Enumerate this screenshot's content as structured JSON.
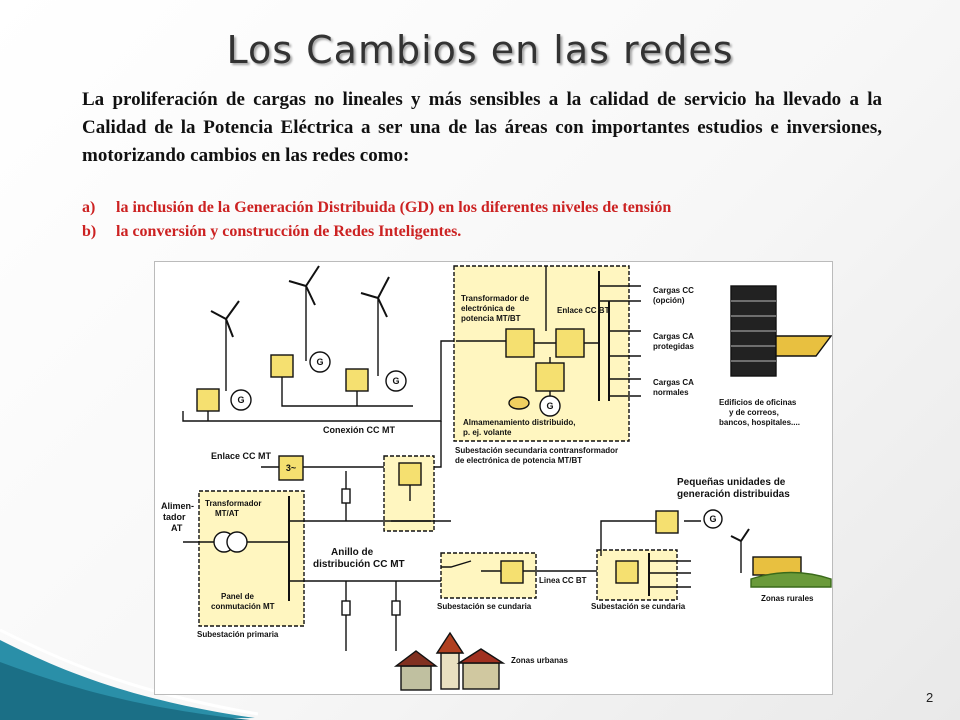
{
  "slide": {
    "title": "Los Cambios en las redes",
    "intro": "La proliferación de cargas no lineales y más sensibles a la calidad de servicio ha llevado a la Calidad de la Potencia Eléctrica a ser una de las áreas con importantes estudios e inversiones,  motorizando cambios en las redes como:",
    "list": [
      {
        "marker": "a)",
        "text": "la inclusión de  la Generación Distribuida (GD) en los diferentes niveles de tensión"
      },
      {
        "marker": "b)",
        "text": "la conversión  y construcción de  Redes Inteligentes."
      }
    ],
    "page_number": "2"
  },
  "diagram": {
    "conexion_cc_mt": "Conexión CC MT",
    "enlace_cc_mt": "Enlace CC MT",
    "alimentador": [
      "Alimen-",
      "tador",
      "AT"
    ],
    "transformador_mt_at": [
      "Transformador",
      "MT/AT"
    ],
    "panel": [
      "Panel de",
      "conmutación MT"
    ],
    "subestacion_primaria": "Subestación primaria",
    "anillo": [
      "Anillo de",
      "distribución CC MT"
    ],
    "transformador_electronica": [
      "Transformador de",
      "electrónica de",
      "potencia MT/BT"
    ],
    "enlace_cc_bt": "Enlace CC BT",
    "cargas_cc": [
      "Cargas CC",
      "(opción)"
    ],
    "cargas_ca_protegidas": [
      "Cargas CA",
      "protegidas"
    ],
    "cargas_ca_normales": [
      "Cargas CA",
      "normales"
    ],
    "almacenamiento": [
      "Almamenamiento distribuido,",
      "p. ej. volante"
    ],
    "subestacion_secundaria": [
      "Subestación secundaria contransformador",
      "de electrónica de potencia MT/BT"
    ],
    "edificios": [
      "Edificios de oficinas",
      "y de correos,",
      "bancos, hospitales...."
    ],
    "pequenas_unidades": [
      "Pequeñas unidades de",
      "generación distribuidas"
    ],
    "linea_cc_bt": "Linea CC BT",
    "subestacion_secundaria_1": "Subestación se cundaria",
    "subestacion_secundaria_2": "Subestación se cundaria",
    "zonas_rurales": "Zonas rurales",
    "zonas_urbanas": "Zonas urbanas",
    "generator_symbol": "G",
    "converter_symbol": "3~"
  },
  "colors": {
    "list_text": "#cc2222",
    "substation_fill": "#fff6c0",
    "converter_fill": "#f5e070"
  }
}
